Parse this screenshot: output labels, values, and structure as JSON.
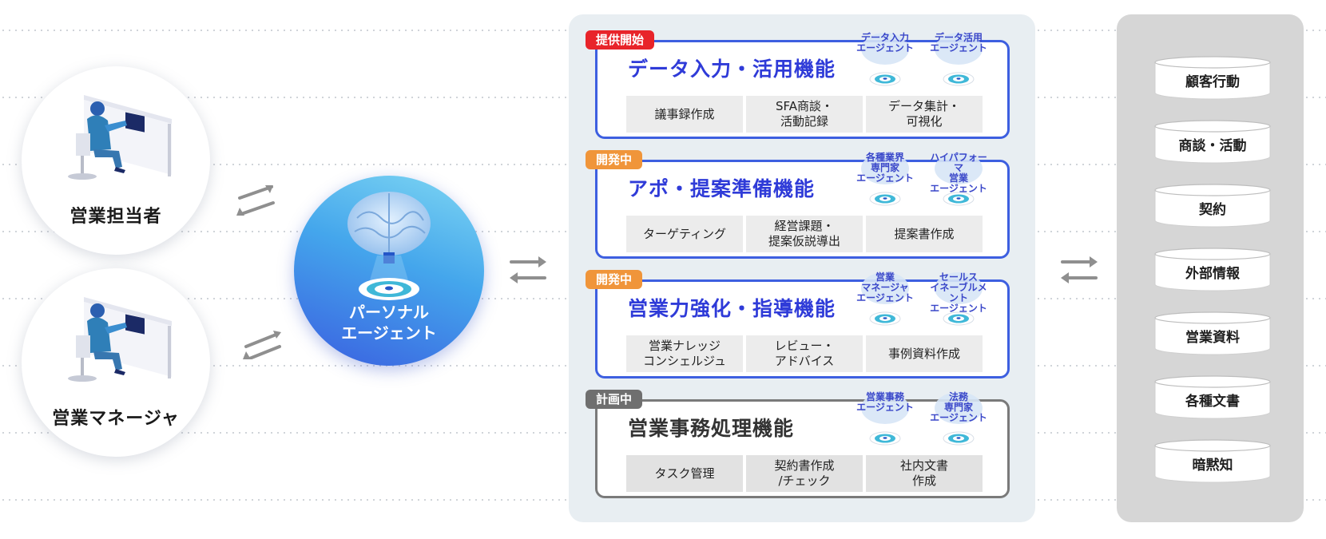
{
  "people": [
    {
      "label": "営業担当者"
    },
    {
      "label": "営業マネージャ"
    }
  ],
  "agent": {
    "label_line1": "パーソナル",
    "label_line2": "エージェント"
  },
  "functions": [
    {
      "status": "提供開始",
      "status_color": "#e8242a",
      "style": "blue",
      "title": "データ入力・活用機能",
      "tasks": [
        "議事録作成",
        "SFA商談・\n活動記録",
        "データ集計・\n可視化"
      ],
      "agents": [
        "データ入力\nエージェント",
        "データ活用\nエージェント"
      ]
    },
    {
      "status": "開発中",
      "status_color": "#f0953a",
      "style": "blue",
      "title": "アポ・提案準備機能",
      "tasks": [
        "ターゲティング",
        "経営課題・\n提案仮説導出",
        "提案書作成"
      ],
      "agents": [
        "各種業界\n専門家\nエージェント",
        "ハイパフォーマ\n営業\nエージェント"
      ]
    },
    {
      "status": "開発中",
      "status_color": "#f0953a",
      "style": "blue",
      "title": "営業力強化・指導機能",
      "tasks": [
        "営業ナレッジ\nコンシェルジュ",
        "レビュー・\nアドバイス",
        "事例資料作成"
      ],
      "agents": [
        "営業\nマネージャ\nエージェント",
        "セールス\nイネーブルメント\nエージェント"
      ]
    },
    {
      "status": "計画中",
      "status_color": "#6f6f6f",
      "style": "gray",
      "title": "営業事務処理機能",
      "tasks": [
        "タスク管理",
        "契約書作成\n/チェック",
        "社内文書\n作成"
      ],
      "agents": [
        "営業事務\nエージェント",
        "法務\n専門家\nエージェント"
      ]
    }
  ],
  "data_sources": [
    "顧客行動",
    "商談・活動",
    "契約",
    "外部情報",
    "営業資料",
    "各種文書",
    "暗黙知"
  ],
  "colors": {
    "accent_blue": "#3d5fe0",
    "title_blue": "#2f3bd8",
    "panel_bg": "#e8eef2",
    "store_bg": "#d6d6d6",
    "arrow_gray": "#8f8f8f"
  }
}
